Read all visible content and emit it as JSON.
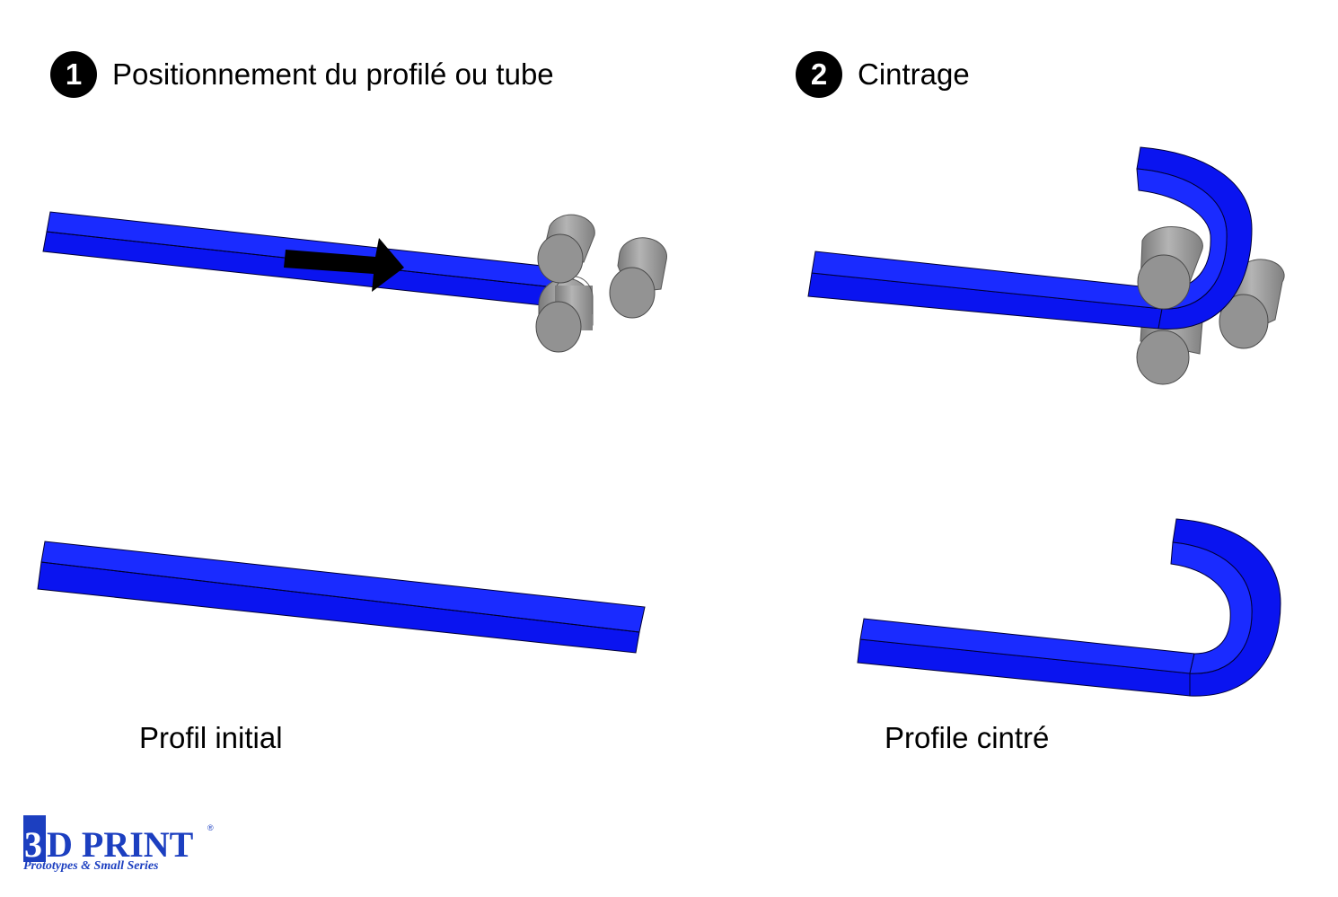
{
  "steps": [
    {
      "number": "1",
      "title": "Positionnement du profilé ou tube"
    },
    {
      "number": "2",
      "title": "Cintrage"
    }
  ],
  "captions": {
    "initial": "Profil initial",
    "bent": "Profile cintré"
  },
  "logo": {
    "first_char": "3",
    "rest": "D PRINT",
    "registered": "®",
    "tagline": "Prototypes & Small Series"
  },
  "colors": {
    "profile": "#0a14f0",
    "roller": "#8e8e8e",
    "arrow": "#000000",
    "brand": "#1c3fc0"
  }
}
